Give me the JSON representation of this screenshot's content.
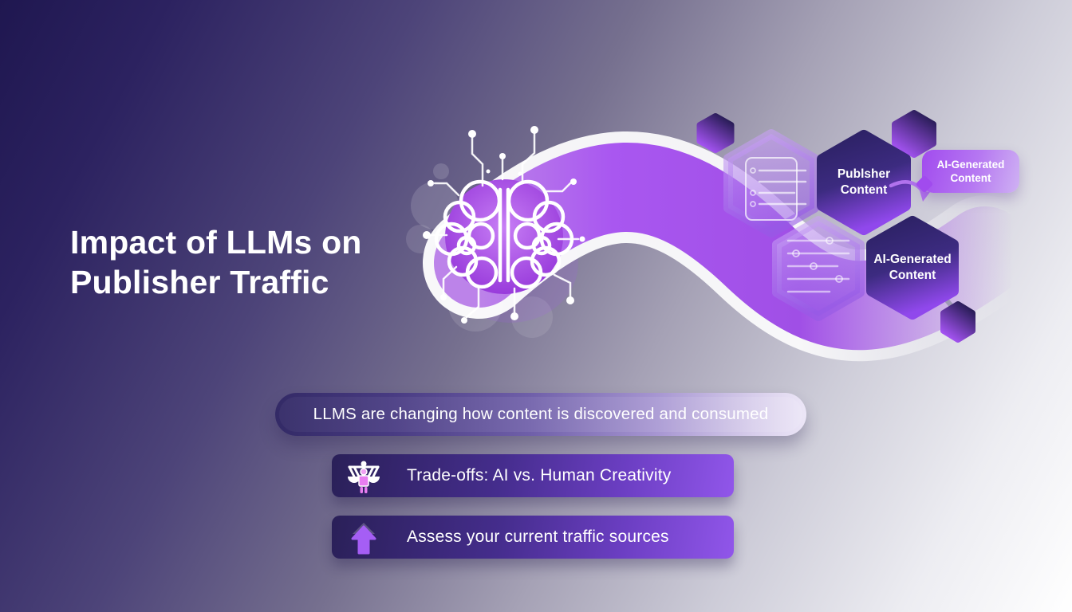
{
  "title": {
    "line1": "Impact of LLMs on",
    "line2": "Publisher Traffic"
  },
  "diagram": {
    "publisher_hex_label": "Publsher Content",
    "ai_hex_label": "AI-Generated Content",
    "ai_bubble_label": "AI-Generated Content"
  },
  "banner": {
    "text": "LLMS are changing how content is discovered and consumed"
  },
  "items": [
    {
      "icon": "balance-scale-icon",
      "label": "Trade-offs: AI vs. Human Creativity"
    },
    {
      "icon": "arrow-up-icon",
      "label": "Assess your current traffic sources"
    }
  ],
  "colors": {
    "background_dark": "#1f1750",
    "background_light": "#ffffff",
    "accent_purple": "#a855f7",
    "hexagon_dark": "#2c2164",
    "text": "#ffffff"
  }
}
